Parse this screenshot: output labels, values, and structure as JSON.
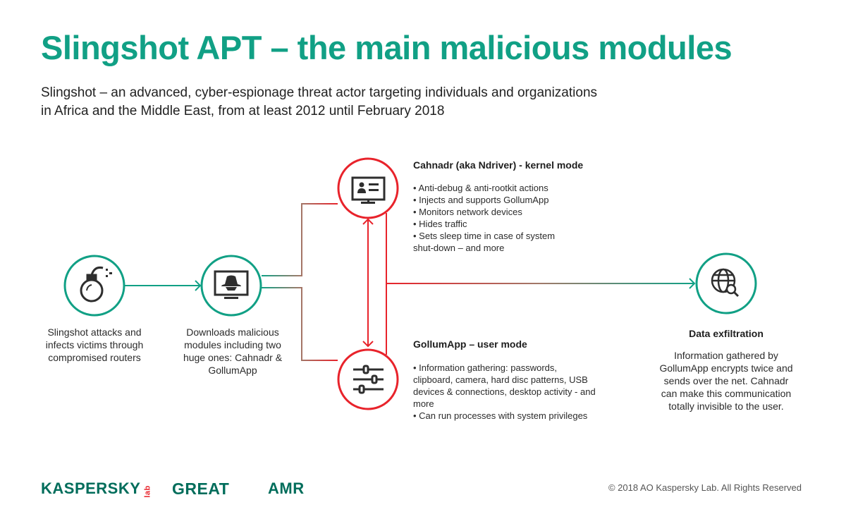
{
  "title": "Slingshot APT – the main malicious modules",
  "subtitle": {
    "line1": "Slingshot – an advanced, cyber-espionage threat actor targeting individuals and organizations",
    "line2": "in Africa and the Middle East, from at least 2012 until February 2018"
  },
  "nodes": {
    "attack": {
      "icon": "bomb-icon",
      "caption": [
        "Slingshot attacks and",
        "infects victims through",
        "compromised routers"
      ]
    },
    "download": {
      "icon": "spy-monitor-icon",
      "caption": [
        "Downloads malicious",
        "modules including two",
        "huge ones: Cahnadr &",
        "GollumApp"
      ]
    },
    "cahnadr": {
      "icon": "monitor-id-card-icon",
      "heading": "Cahnadr (aka Ndriver) - kernel mode",
      "bullets": [
        "• Anti-debug & anti-rootkit actions",
        "• Injects and supports GollumApp",
        "• Monitors network devices",
        "• Hides traffic",
        "• Sets sleep time in case of system",
        "shut-down – and more"
      ]
    },
    "gollum": {
      "icon": "sliders-icon",
      "heading": "GollumApp – user mode",
      "bullets": [
        "• Information gathering: passwords,",
        "clipboard, camera, hard disc patterns, USB",
        "devices & connections, desktop activity - and",
        "more",
        "• Can run processes with system privileges"
      ]
    },
    "exfil": {
      "icon": "globe-search-icon",
      "heading": "Data exfiltration",
      "caption": [
        "Information gathered by",
        "GollumApp encrypts twice and",
        "sends over the net. Cahnadr",
        "can make this communication",
        "totally invisible to the user."
      ]
    }
  },
  "footer": {
    "logos": [
      "KASPERSKY",
      "lab",
      "GREAT",
      "AMR"
    ],
    "copyright": "© 2018 AO Kaspersky Lab. All Rights Reserved"
  },
  "colors": {
    "teal": "#11a085",
    "red": "#e8232b",
    "dark": "#2e2e2e",
    "brand_green": "#006d5b"
  }
}
